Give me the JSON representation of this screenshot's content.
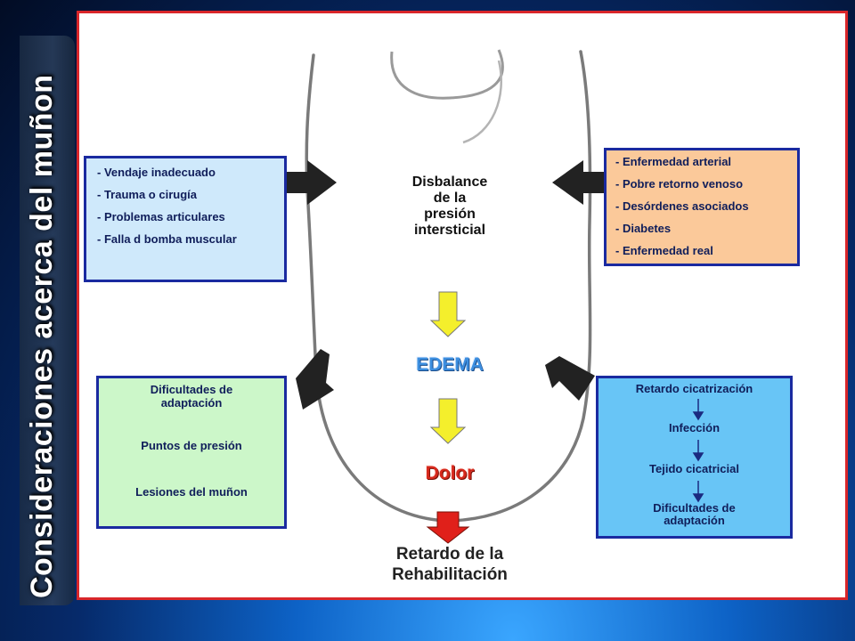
{
  "title": "Consideraciones acerca del muñon",
  "center": {
    "disbalance": [
      "Disbalance",
      "de la",
      "presión",
      "intersticial"
    ],
    "edema": "EDEMA",
    "dolor": "Dolor",
    "retardo": [
      "Retardo de la",
      "Rehabilitación"
    ]
  },
  "box_top_left": {
    "items": [
      "- Vendaje inadecuado",
      "- Trauma o cirugía",
      "- Problemas articulares",
      "- Falla d bomba muscular"
    ]
  },
  "box_top_right": {
    "items": [
      "- Enfermedad arterial",
      "- Pobre retorno venoso",
      "- Desórdenes asociados",
      "- Diabetes",
      "- Enfermedad real"
    ]
  },
  "box_bottom_left": {
    "line1": [
      "Dificultades de",
      "adaptación"
    ],
    "line2": "Puntos de presión",
    "line3": "Lesiones del  muñon"
  },
  "box_bottom_right": {
    "line1": "Retardo cicatrización",
    "line2": "Infección",
    "line3": "Tejido cicatricial",
    "line4": [
      "Dificultades de",
      "adaptación"
    ]
  },
  "colors": {
    "frame_red": "#d9262a",
    "box_border": "#1a2aa0",
    "box_tl": "#cfe9fb",
    "box_tr": "#fbc99a",
    "box_bl": "#ccf7c9",
    "box_br": "#68c5f6",
    "arrow_yellow": "#f4ef2c",
    "arrow_red": "#e0201a",
    "arrow_green": "#2aa12a",
    "arrow_navy": "#1a2a80"
  }
}
